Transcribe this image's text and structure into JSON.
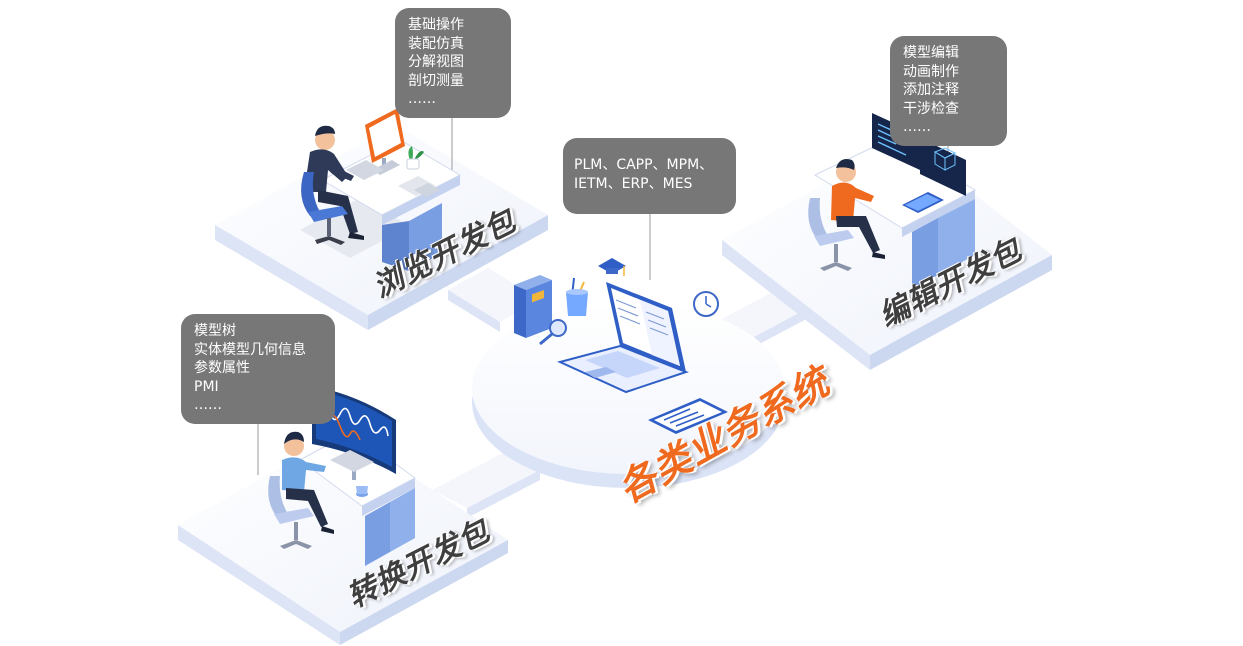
{
  "hub": {
    "label": "各类业务系统",
    "bubble_lines": [
      "PLM、CAPP、MPM、",
      "IETM、ERP、MES"
    ]
  },
  "browse_package": {
    "label": "浏览开发包",
    "bubble_lines": [
      "基础操作",
      "装配仿真",
      "分解视图",
      "剖切测量",
      "……"
    ]
  },
  "edit_package": {
    "label": "编辑开发包",
    "bubble_lines": [
      "模型编辑",
      "动画制作",
      "添加注释",
      "干涉检查",
      "……"
    ]
  },
  "convert_package": {
    "label": "转换开发包",
    "bubble_lines": [
      "模型树",
      "实体模型几何信息",
      "参数属性",
      "PMI",
      "……"
    ]
  },
  "colors": {
    "platform_top": "#f5f7fd",
    "platform_side": "#dbe3f6",
    "desk_blue": "#6f94dc",
    "accent_orange": "#ef6a1f",
    "bubble_gray": "#777777",
    "label_dark": "#3f3f3f"
  },
  "icons": [
    "laptop-icon",
    "book-icon",
    "pen-holder-icon",
    "clock-icon",
    "magnifier-icon",
    "graduation-cap-icon",
    "tablet-icon",
    "monitor-icon",
    "person-icon",
    "chair-icon",
    "plant-icon",
    "cube-icon"
  ]
}
